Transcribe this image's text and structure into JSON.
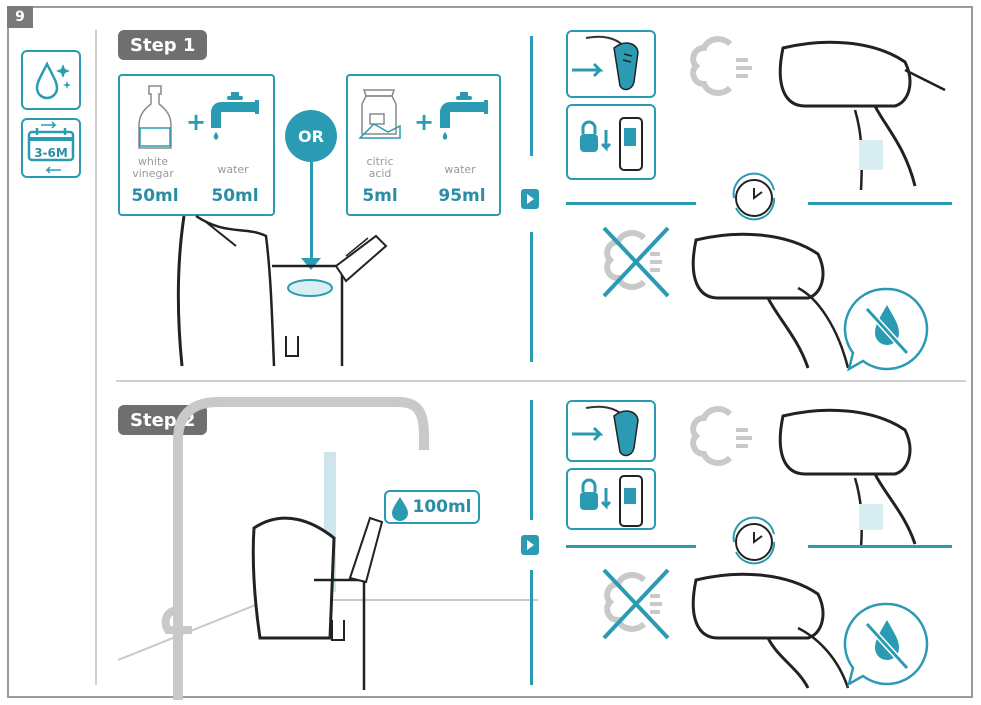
{
  "page_number": "9",
  "sidebar": {
    "calendar_label": "3-6M"
  },
  "step1": {
    "title": "Step 1",
    "or_label": "OR",
    "option_a": {
      "ingredient1_label": "white vinegar",
      "ingredient1_amount": "50ml",
      "ingredient2_label": "water",
      "ingredient2_amount": "50ml"
    },
    "option_b": {
      "ingredient1_label": "citric acid",
      "ingredient1_amount": "5ml",
      "ingredient2_label": "water",
      "ingredient2_amount": "95ml"
    }
  },
  "step2": {
    "title": "Step 2",
    "water_amount": "100ml"
  },
  "plus_sign": "+",
  "colors": {
    "accent": "#2a9bb2",
    "badge": "#6f6f6f",
    "divider": "#cfcfcf"
  },
  "icons": [
    "drop-sparkle-icon",
    "calendar-icon",
    "bottle-icon",
    "tap-icon",
    "citric-bag-icon",
    "trigger-press-icon",
    "lock-icon",
    "steam-icon",
    "no-steam-icon",
    "clock-icon",
    "no-water-drop-icon",
    "play-icon"
  ]
}
